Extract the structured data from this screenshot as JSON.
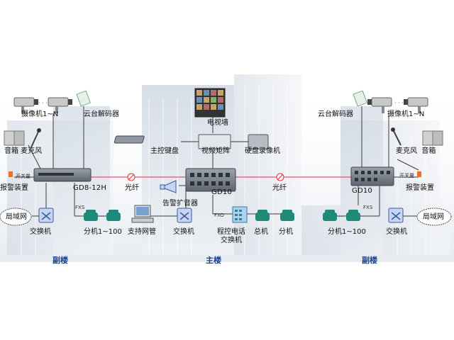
{
  "diagram": {
    "labels": {
      "camera_left": "摄像机1~N",
      "decoder_left": "云台解码器",
      "speaker_mic_left": "音箱 麦克风",
      "switch_qty_left": "开关量",
      "alarm_left": "报警装置",
      "device_left": "GD8-12H",
      "fiber_left": "光纤",
      "lan_left": "局域网",
      "fxs_left": "FXS",
      "switch_left": "交换机",
      "ext_left": "分机1~100",
      "tv_wall": "电视墙",
      "main_keyboard": "主控键盘",
      "video_matrix": "视频矩阵",
      "dvr": "硬盘录像机",
      "device_center": "GD10",
      "pa_amp": "告警扩音器",
      "fxo": "FXO",
      "support_nms": "支持网管",
      "switch_center": "交换机",
      "pbx": "程控电话\n交换机",
      "main_phone": "总机",
      "ext_center": "分机",
      "decoder_right": "云台解码器",
      "camera_right": "摄像机1~N",
      "mic_speaker_right": "麦克风  音箱",
      "switch_qty_right": "开关量",
      "alarm_right": "报警装置",
      "device_right": "GD10",
      "fiber_right": "光纤",
      "fxs_right": "FXS",
      "ext_right": "分机1~100",
      "switch_right": "交换机",
      "lan_right": "局域网"
    },
    "sections": {
      "left": "副楼",
      "center": "主楼",
      "right": "副楼"
    }
  },
  "colors": {
    "fiber": "#e03030",
    "line": "#3a3a3a",
    "phone": "#1f8a7a",
    "section_text": "#1a3f8f",
    "switch_qty": "#f07020"
  }
}
